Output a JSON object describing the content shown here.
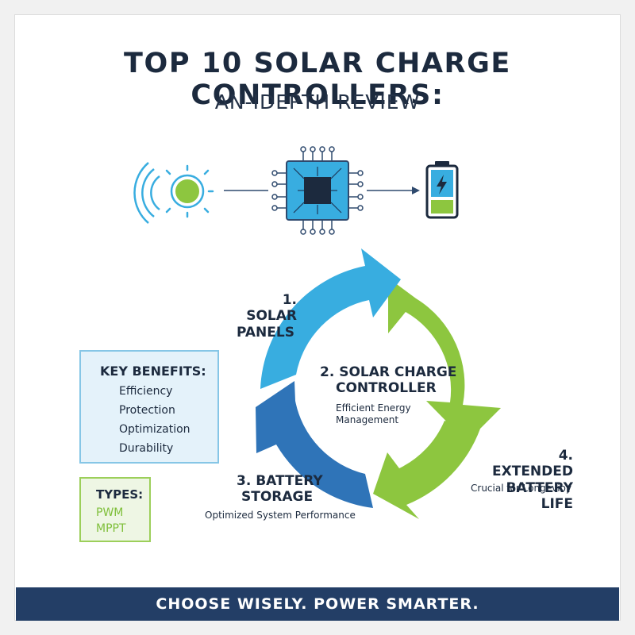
{
  "header": {
    "title": "TOP 10 SOLAR CHARGE CONTROLLERS:",
    "subtitle": "AN-IDEPTH REVIEW"
  },
  "icons": [
    "sun-icon",
    "controller-chip-icon",
    "battery-icon"
  ],
  "cycle": {
    "step1": {
      "line1": "1. SOLAR",
      "line2": "PANELS"
    },
    "step2": {
      "line1": "2. SOLAR CHARGE",
      "line2": "CONTROLLER",
      "desc1": "Efficient Energy",
      "desc2": "Management"
    },
    "step3": {
      "line1": "3. BATTERY",
      "line2": "STORAGE",
      "desc": "Optimized System Performance"
    },
    "step4": {
      "line1": "4. EXTENDED",
      "line2": "BATTERY LIFE",
      "desc": "Crucial for Longevioy"
    }
  },
  "benefits": {
    "title": "KEY BENEFITS:",
    "items": [
      "Efficiency",
      "Protection",
      "Optimization",
      "Durability"
    ]
  },
  "types": {
    "title": "TYPES:",
    "items": [
      "PWM",
      "MPPT"
    ]
  },
  "footer": {
    "text": "CHOOSE WISELY. POWER SMARTER."
  },
  "colors": {
    "blue_light": "#38ade0",
    "blue_dark": "#2f74b8",
    "green": "#8dc63f",
    "navy": "#233e66"
  }
}
